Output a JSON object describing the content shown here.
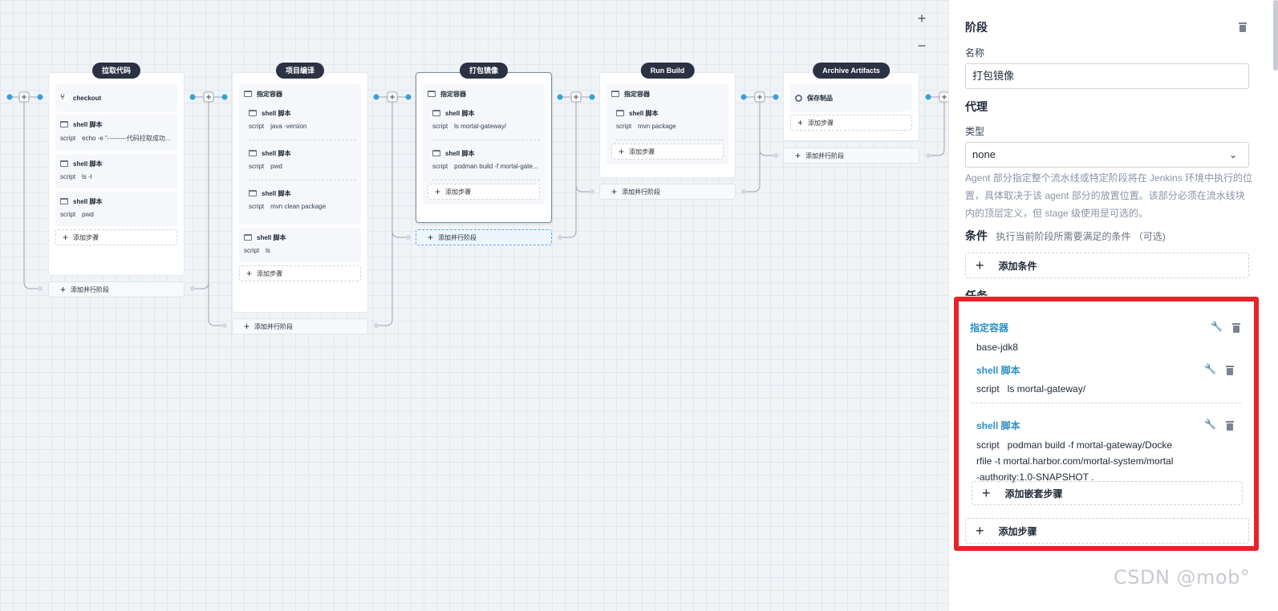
{
  "canvas": {
    "zoom_in": "+",
    "zoom_out": "−",
    "add_step_label": "添加步骤",
    "add_parallel_label": "添加并行阶段",
    "stages": [
      {
        "title": "拉取代码",
        "steps": [
          {
            "type": "checkout",
            "label": "checkout"
          },
          {
            "type": "shell",
            "label": "shell 脚本",
            "script_key": "script",
            "script": "echo -e \"---------代码拉取成功..."
          },
          {
            "type": "shell",
            "label": "shell 脚本",
            "script_key": "script",
            "script": "ls -l"
          },
          {
            "type": "shell",
            "label": "shell 脚本",
            "script_key": "script",
            "script": "pwd"
          }
        ]
      },
      {
        "title": "项目编译",
        "container": "指定容器",
        "nested": [
          {
            "label": "shell 脚本",
            "script_key": "script",
            "script": "java -version"
          },
          {
            "label": "shell 脚本",
            "script_key": "script",
            "script": "pwd"
          },
          {
            "label": "shell 脚本",
            "script_key": "script",
            "script": "mvn clean package"
          }
        ],
        "steps": [
          {
            "type": "shell",
            "label": "shell 脚本",
            "script_key": "script",
            "script": "ls"
          }
        ]
      },
      {
        "title": "打包镜像",
        "container": "指定容器",
        "nested": [
          {
            "label": "shell 脚本",
            "script_key": "script",
            "script": "ls mortal-gateway/"
          },
          {
            "label": "shell 脚本",
            "script_key": "script",
            "script": "podman build -f mortal-gate..."
          }
        ]
      },
      {
        "title": "Run Build",
        "container": "指定容器",
        "nested": [
          {
            "label": "shell 脚本",
            "script_key": "script",
            "script": "mvn package"
          }
        ]
      },
      {
        "title": "Archive Artifacts",
        "steps": [
          {
            "type": "archive",
            "label": "保存制品"
          }
        ]
      }
    ]
  },
  "panel": {
    "stage_heading": "阶段",
    "name_label": "名称",
    "name_value": "打包镜像",
    "agent_heading": "代理",
    "type_label": "类型",
    "type_value": "none",
    "agent_desc": "Agent 部分指定整个流水线或特定阶段将在 Jenkins 环境中执行的位置，具体取决于该 agent 部分的放置位置。该部分必须在流水线块内的顶层定义，但 stage 级使用是可选的。",
    "condition_heading": "条件",
    "condition_hint": "执行当前阶段所需要满足的条件 （可选)",
    "add_condition": "添加条件",
    "tasks_heading": "任务",
    "container_label": "指定容器",
    "container_value": "base-jdk8",
    "nested_steps": [
      {
        "label": "shell 脚本",
        "script_key": "script",
        "script": "ls mortal-gateway/"
      },
      {
        "label": "shell 脚本",
        "script_key": "script",
        "script": "podman build -f mortal-gateway/Dockerfile -t mortal.harbor.com/mortal-system/mortal-authority:1.0-SNAPSHOT ."
      }
    ],
    "add_nested_step": "添加嵌套步骤",
    "add_step": "添加步骤"
  },
  "watermark": "CSDN @mob°",
  "colors": {
    "accent_blue": "#2e90c9",
    "node_dot": "#3a9fd5",
    "highlight_red": "#e8232a",
    "stage_title_bg": "#2b3244"
  }
}
